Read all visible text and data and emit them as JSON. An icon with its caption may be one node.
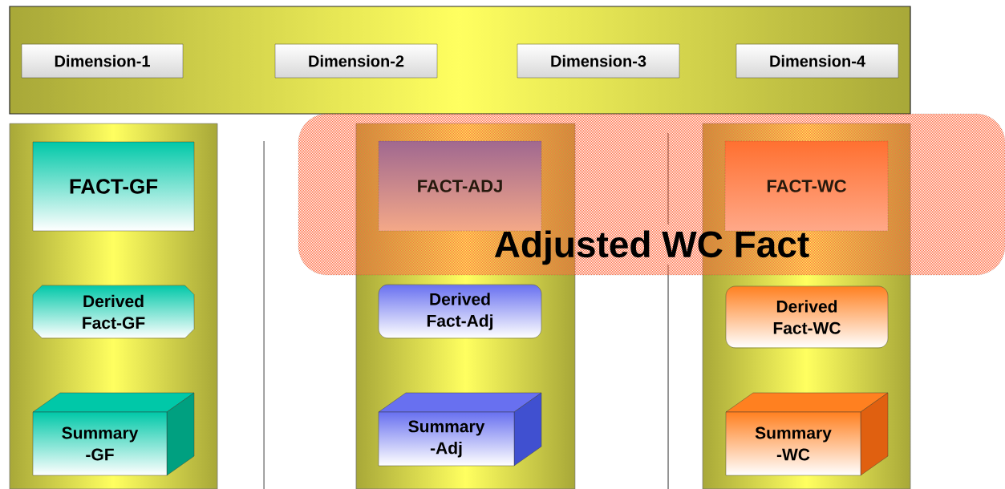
{
  "diagram": {
    "nodes": [
      {
        "text": [],
        "shape": "box"
      },
      {
        "text": [
          "Dimension-1"
        ],
        "in": 0
      },
      {
        "text": [
          "Dimension-2"
        ],
        "in": 0
      },
      {
        "text": [
          "Dimension-3"
        ],
        "in": 0
      },
      {
        "text": [
          "Dimension-4"
        ],
        "in": 0
      },
      {
        "text": [],
        "shape": "bar"
      },
      {
        "text": [
          "FACT-GF"
        ],
        "in": 5
      },
      {
        "text": [
          "Derived Fact-GF"
        ],
        "in": 5
      },
      {
        "text": [
          "Summary -GF"
        ],
        "in": 5
      },
      {
        "text": [],
        "shape": "bar"
      },
      {
        "text": [
          "FACT-ADJ"
        ]
      },
      {
        "text": [
          "Derived Fact-Adj"
        ],
        "in": 9
      },
      {
        "text": [
          "Summary -Adj"
        ],
        "in": 9
      },
      {
        "text": [],
        "shape": "bar"
      },
      {
        "text": [
          "FACT-WC"
        ]
      },
      {
        "text": [
          "Derived Fact-WC"
        ],
        "in": 13
      },
      {
        "text": [
          "Summary -WC"
        ],
        "in": 13
      },
      {
        "text": [
          "Adjusted WC Fact"
        ]
      }
    ]
  }
}
